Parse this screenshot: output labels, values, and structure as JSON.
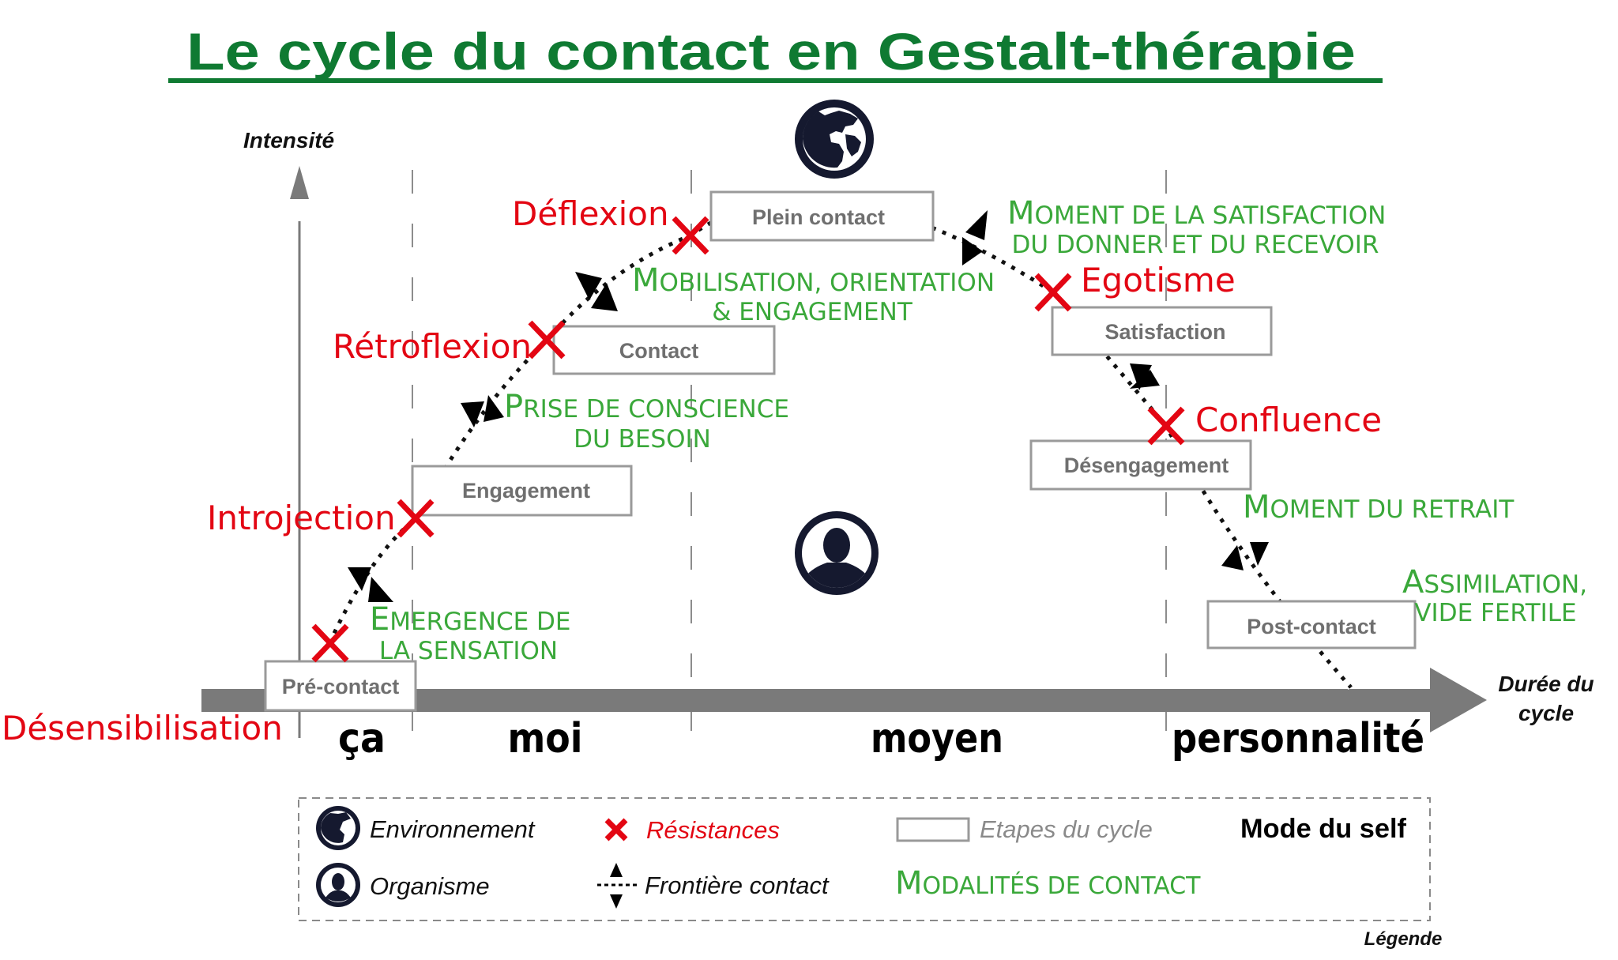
{
  "title": "Le cycle du contact en Gestalt-thérapie",
  "colors": {
    "title": "#0f7a32",
    "resistance": "#e30613",
    "modality": "#3aa83a",
    "stage_text": "#6f6f6f",
    "axis": "#7a7a7a",
    "icon": "#15192f"
  },
  "axes": {
    "y_label": "Intensité",
    "x_label_line1": "Durée du",
    "x_label_line2": "cycle"
  },
  "self_modes": [
    "ça",
    "moi",
    "moyen",
    "personnalité"
  ],
  "stages": [
    {
      "label": "Pré-contact"
    },
    {
      "label": "Engagement"
    },
    {
      "label": "Contact"
    },
    {
      "label": "Plein contact"
    },
    {
      "label": "Satisfaction"
    },
    {
      "label": "Désengagement"
    },
    {
      "label": "Post-contact"
    }
  ],
  "resistances": [
    {
      "label": "Désensibilisation"
    },
    {
      "label": "Introjection"
    },
    {
      "label": "Rétroflexion"
    },
    {
      "label": "Déflexion"
    },
    {
      "label": "Egotisme"
    },
    {
      "label": "Confluence"
    }
  ],
  "modalities": [
    {
      "initial": "E",
      "line1": "MERGENCE DE",
      "line2": "LA SENSATION"
    },
    {
      "initial": "P",
      "line1": "RISE DE CONSCIENCE",
      "line2": "DU BESOIN"
    },
    {
      "initial": "M",
      "line1": "OBILISATION, ORIENTATION",
      "line2": "& ENGAGEMENT"
    },
    {
      "initial": "M",
      "line1": "OMENT DE LA SATISFACTION",
      "line2": "DU DONNER ET DU RECEVOIR"
    },
    {
      "initial": "M",
      "line1": "OMENT DU RETRAIT",
      "line2": ""
    },
    {
      "initial": "A",
      "line1": "SSIMILATION,",
      "line2": "VIDE FERTILE"
    }
  ],
  "icons": {
    "environment": "globe-icon",
    "organism": "person-icon"
  },
  "legend": {
    "environment": "Environnement",
    "resistances": "Résistances",
    "stages": "Etapes du cycle",
    "self_mode": "Mode du self",
    "organism": "Organisme",
    "contact_border": "Frontière contact",
    "modalities_initial": "M",
    "modalities_rest": "ODALITÉS DE CONTACT",
    "caption": "Légende"
  }
}
